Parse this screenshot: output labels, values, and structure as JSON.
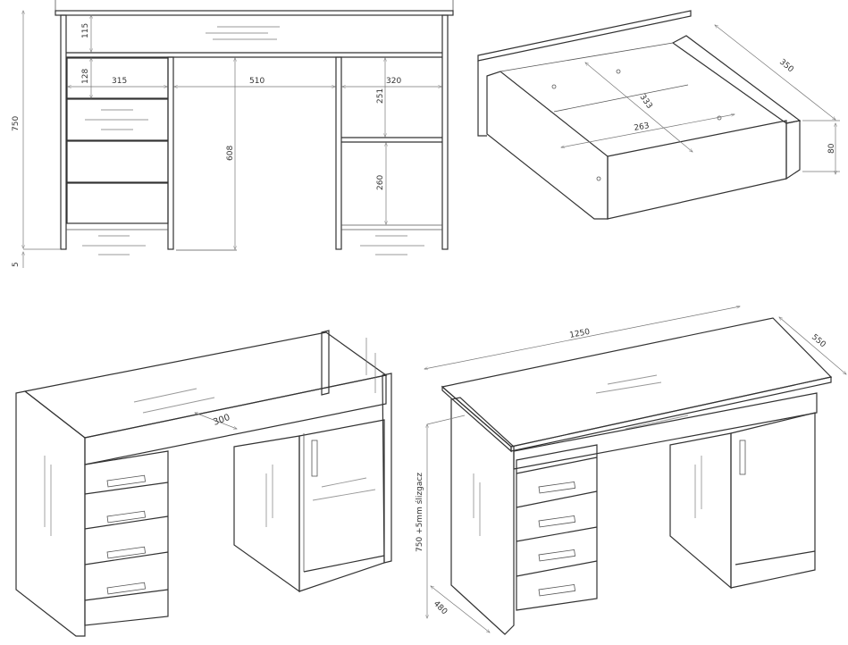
{
  "front_view": {
    "top_panel_height": "115",
    "drawer_height": "128",
    "drawer_width": "315",
    "knee_space_width": "510",
    "cabinet_width": "320",
    "shelf_upper_height": "251",
    "knee_space_height": "608",
    "shelf_lower_height": "260",
    "total_height": "750",
    "glide_height": "5"
  },
  "drawer_view": {
    "drawer_depth": "350",
    "inner_depth": "333",
    "inner_width": "263",
    "drawer_height": "80"
  },
  "assembly_view": {
    "top_shelf_depth": "300"
  },
  "perspective_view": {
    "desk_width": "1250",
    "desk_depth": "550",
    "desk_height": "750 +5mm ślizgacz",
    "base_depth": "480"
  },
  "colors": {
    "line": "#333333",
    "background": "#ffffff"
  }
}
